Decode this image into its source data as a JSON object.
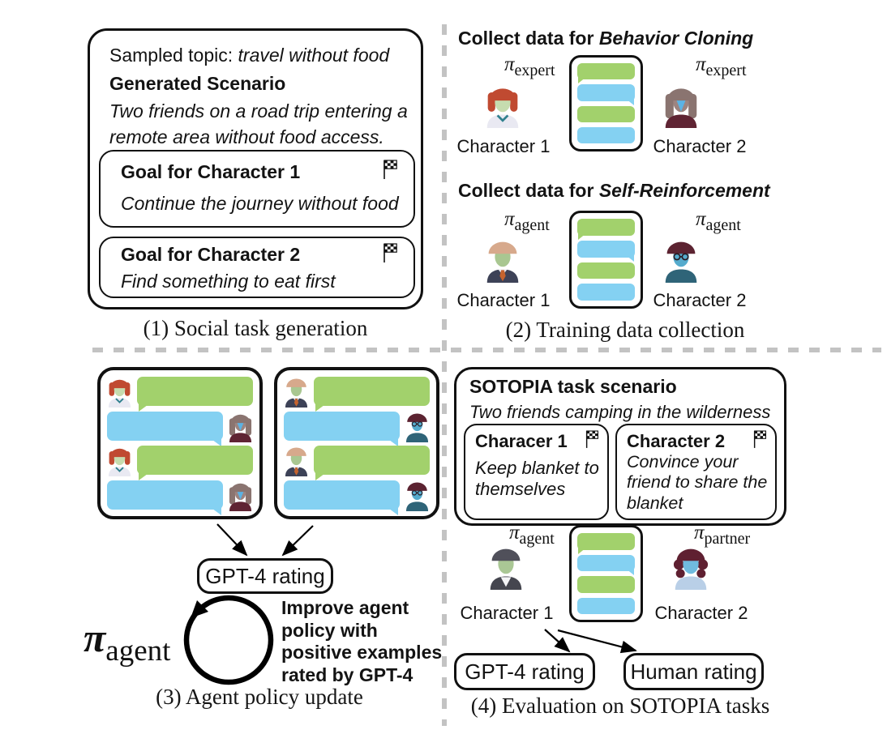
{
  "colors": {
    "bubble_green": "#a2d16c",
    "bubble_blue": "#84d1f2",
    "divider": "#c3c3c3",
    "box_border": "#111111"
  },
  "chat_pattern": [
    "green",
    "blue",
    "green",
    "blue"
  ],
  "panel1": {
    "caption": "(1) Social task generation",
    "topic_label": "Sampled topic: ",
    "topic_value": "travel without food",
    "scenario_heading": "Generated Scenario",
    "scenario_text": "Two friends on a road trip entering a remote area without food access.",
    "goals": [
      {
        "title": "Goal for Character 1",
        "text": "Continue the journey without food"
      },
      {
        "title": "Goal for Character 2",
        "text": "Find something to eat first"
      }
    ]
  },
  "panel2": {
    "caption": "(2) Training data collection",
    "bc_heading_prefix": "Collect data for ",
    "bc_heading_emphasis": "Behavior Cloning",
    "sr_heading_prefix": "Collect data for ",
    "sr_heading_emphasis": "Self-Reinforcement",
    "pi": "π",
    "bc_left_policy": "expert",
    "bc_right_policy": "expert",
    "sr_left_policy": "agent",
    "sr_right_policy": "agent",
    "bc_left_label": "Character 1",
    "bc_right_label": "Character 2",
    "sr_left_label": "Character 1",
    "sr_right_label": "Character 2",
    "bc_left_avatar": "female_red",
    "bc_right_avatar": "female_brown",
    "sr_left_avatar": "male_tan",
    "sr_right_avatar": "male_glasses"
  },
  "panel3": {
    "caption": "(3) Agent policy update",
    "rating_label": "GPT-4 rating",
    "pi": "π",
    "pi_sub": "agent",
    "improve_text": "Improve agent\npolicy with\npositive examples\nrated by GPT-4",
    "rows": [
      "left",
      "right",
      "left",
      "right"
    ],
    "boxes": [
      {
        "left": "female_red",
        "right": "female_brown"
      },
      {
        "left": "male_tan",
        "right": "male_glasses"
      }
    ]
  },
  "panel4": {
    "caption": "(4) Evaluation on SOTOPIA tasks",
    "scenario_heading": "SOTOPIA task scenario",
    "scenario_text": "Two friends camping in the wilderness",
    "goals": [
      {
        "title": "Characer 1",
        "text": "Keep blanket to themselves"
      },
      {
        "title": "Character 2",
        "text": "Convince your friend to share the blanket"
      }
    ],
    "pi": "π",
    "left_policy": "agent",
    "right_policy": "partner",
    "left_label": "Character 1",
    "right_label": "Character 2",
    "gpt4_label": "GPT-4 rating",
    "human_label": "Human rating",
    "left_avatar": "male_gray",
    "right_avatar": "female_curly"
  },
  "avatars": {
    "female_red": {
      "style": "bob",
      "hair": "#c04a31",
      "face": "#c6dcaf",
      "body": "#e9e9f2",
      "accent": "#2f808e",
      "accessory": "collar"
    },
    "female_brown": {
      "style": "long",
      "hair": "#8a7470",
      "face": "#9d8480",
      "tri": "#5bb3e4",
      "body": "#5f2433",
      "accent": "#e9e9f2",
      "accessory": "triangle"
    },
    "male_tan": {
      "style": "short",
      "hair": "#d7a98c",
      "face": "#a9c791",
      "body": "#3d4257",
      "accent": "#c4632e",
      "accessory": "tie"
    },
    "male_glasses": {
      "style": "short",
      "hair": "#5c2331",
      "face": "#55abcd",
      "body": "#2f6478",
      "accent": "#2a1a22",
      "accessory": "glasses"
    },
    "male_gray": {
      "style": "short",
      "hair": "#50505a",
      "face": "#aac795",
      "body": "#45464f",
      "accent": "#f4f4f6",
      "accessory": "shirt"
    },
    "female_curly": {
      "style": "curly",
      "hair": "#5f2031",
      "face": "#70bbdf",
      "body": "#b9cfe7",
      "accent": "#a6c4e2",
      "accessory": "none"
    }
  }
}
